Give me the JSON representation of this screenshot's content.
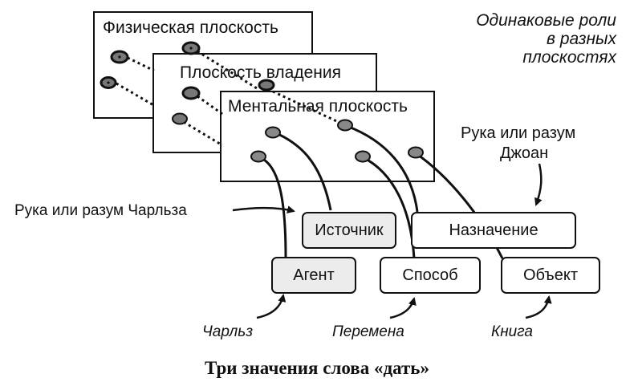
{
  "planes": {
    "physical": "Физическая плоскость",
    "ownership": "Плоскость владения",
    "mental": "Ментальная плоскость"
  },
  "note": {
    "line1": "Одинаковые роли",
    "line2": "в разных",
    "line3": "плоскостях"
  },
  "labels": {
    "joan": "Рука или разум",
    "joan_name": "Джоан",
    "charles": "Рука или разум Чарльза"
  },
  "roles": {
    "source": "Источник",
    "destination": "Назначение",
    "agent": "Агент",
    "method": "Способ",
    "object": "Объект"
  },
  "fillers": {
    "agent": "Чарльз",
    "method": "Перемена",
    "object": "Книга"
  },
  "caption": "Три значения слова «дать»"
}
